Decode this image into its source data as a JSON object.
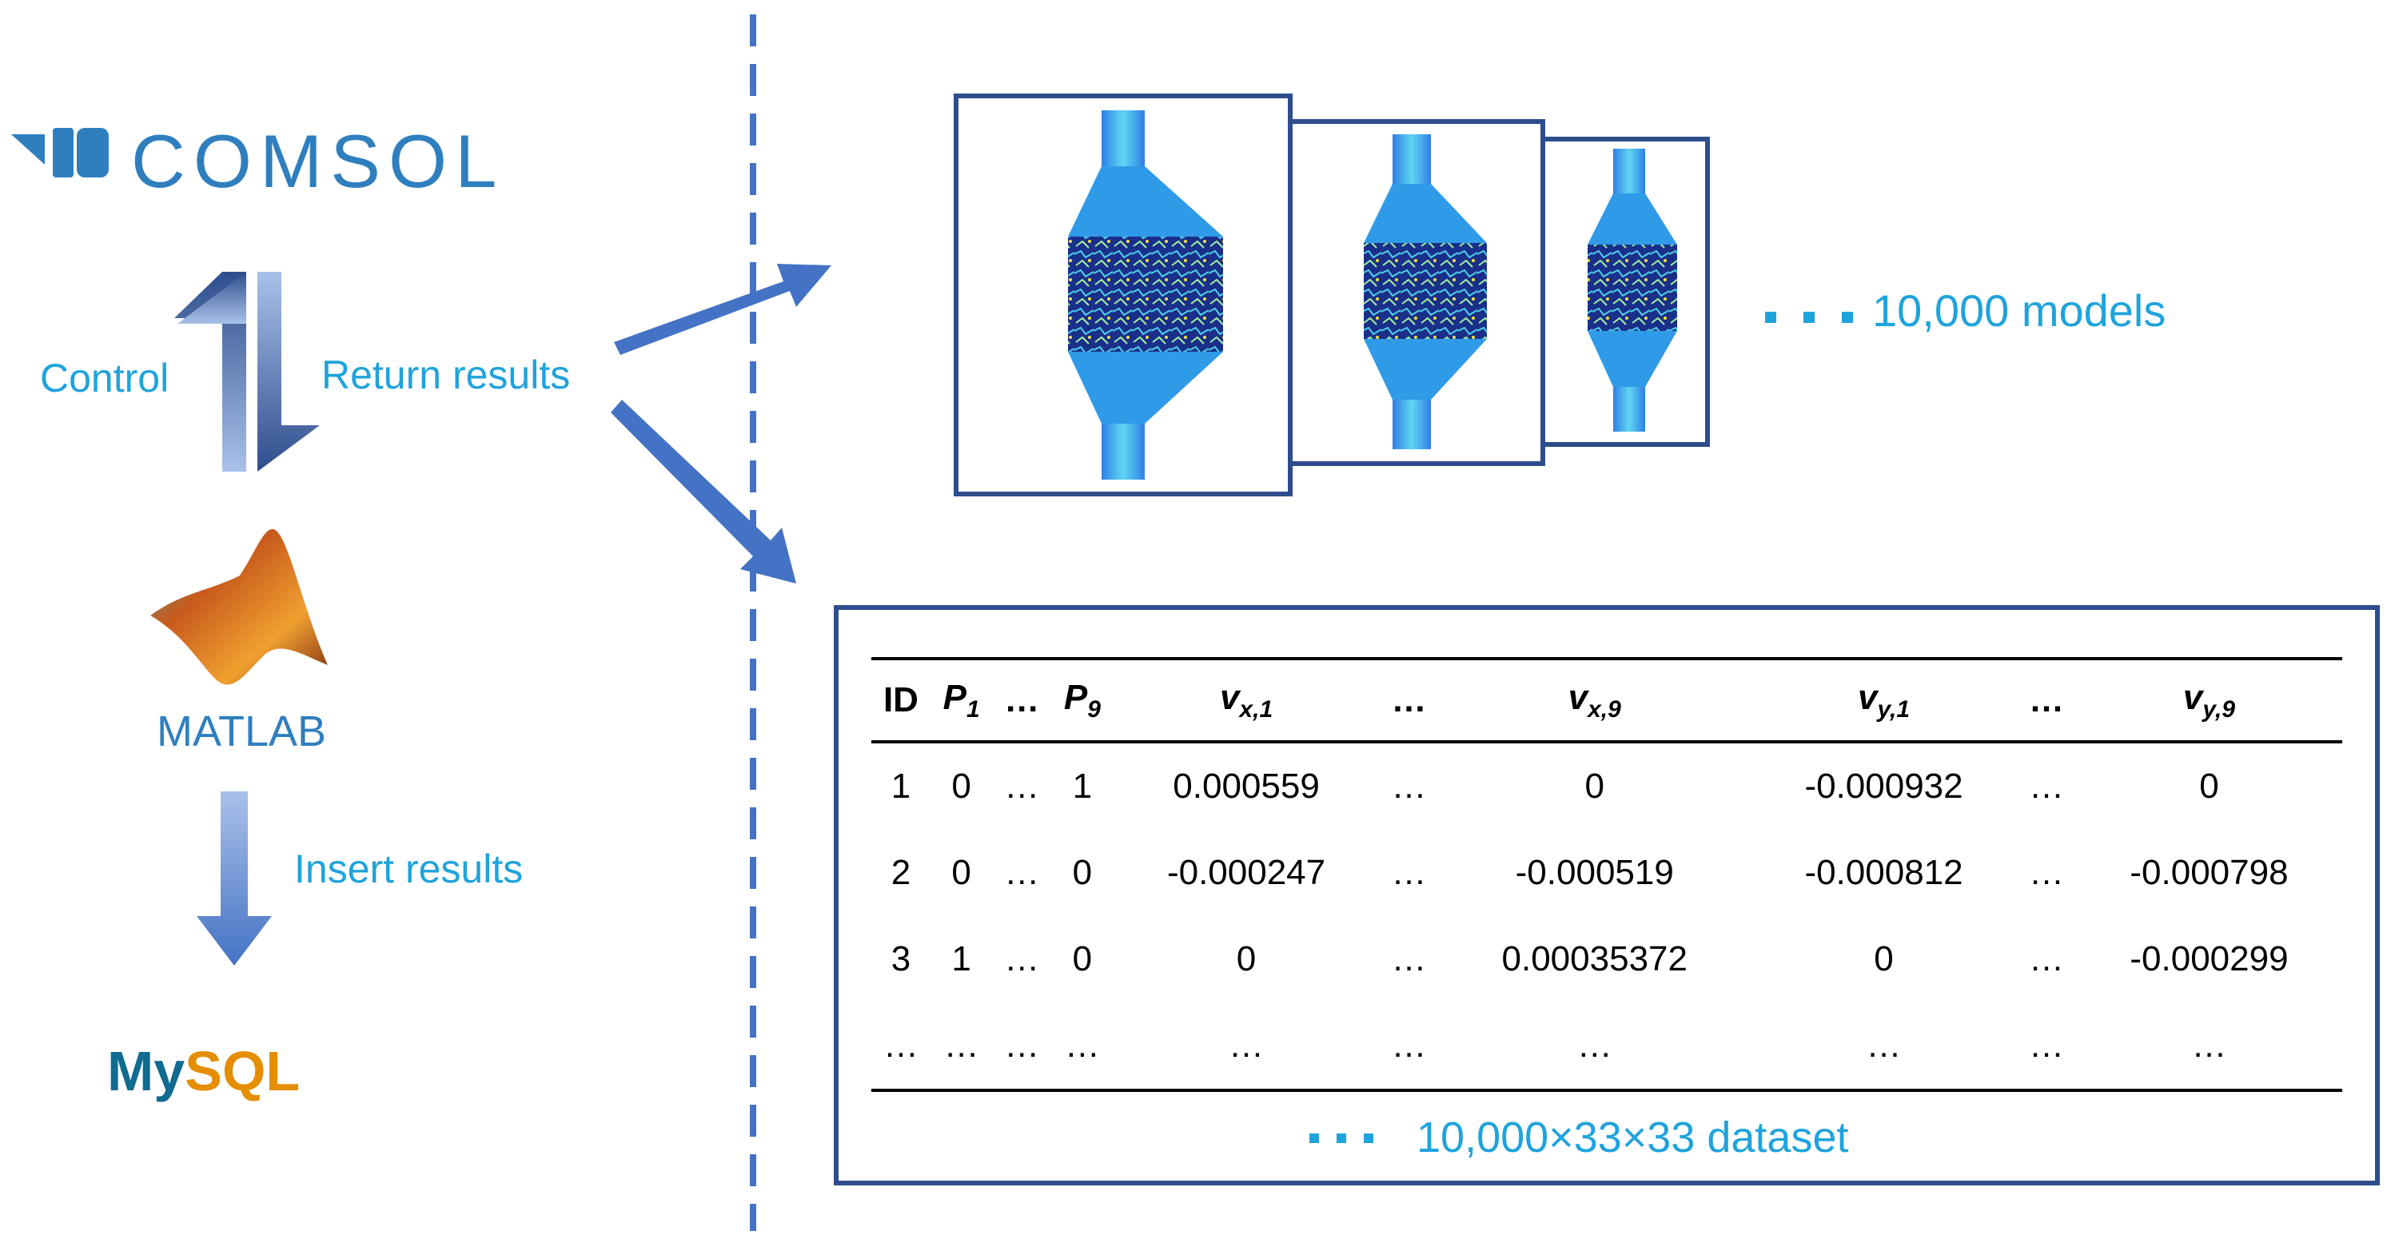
{
  "left_panel": {
    "comsol_logo_text": "COMSOL",
    "control_label": "Control",
    "return_label": "Return results",
    "matlab_label": "MATLAB",
    "insert_label": "Insert results",
    "mysql_my": "My",
    "mysql_sql": "SQL"
  },
  "right_panel": {
    "models_label": "10,000 models",
    "dataset_label": "10,000×33×33 dataset"
  },
  "table": {
    "headers": [
      {
        "base": "ID",
        "sub": ""
      },
      {
        "base": "P",
        "sub": "1"
      },
      {
        "base": "…",
        "sub": ""
      },
      {
        "base": "P",
        "sub": "9"
      },
      {
        "base": "v",
        "sub": "x,1"
      },
      {
        "base": "…",
        "sub": ""
      },
      {
        "base": "v",
        "sub": "x,9"
      },
      {
        "base": "v",
        "sub": "y,1"
      },
      {
        "base": "…",
        "sub": ""
      },
      {
        "base": "v",
        "sub": "y,9"
      }
    ],
    "rows": [
      [
        "1",
        "0",
        "…",
        "1",
        "0.000559",
        "…",
        "0",
        "-0.000932",
        "…",
        "0"
      ],
      [
        "2",
        "0",
        "…",
        "0",
        "-0.000247",
        "…",
        "-0.000519",
        "-0.000812",
        "…",
        "-0.000798"
      ],
      [
        "3",
        "1",
        "…",
        "0",
        "0",
        "…",
        "0.00035372",
        "0",
        "…",
        "-0.000299"
      ],
      [
        "…",
        "…",
        "…",
        "…",
        "…",
        "…",
        "…",
        "…",
        "…",
        "…"
      ]
    ]
  },
  "colors": {
    "accent_blue": "#4472c4",
    "frame_blue": "#2e4d8c",
    "label_cyan": "#1fa3dc",
    "comsol_blue": "#2f7fbf",
    "mysql_blue": "#0f6b8f",
    "mysql_orange": "#e48e00"
  }
}
